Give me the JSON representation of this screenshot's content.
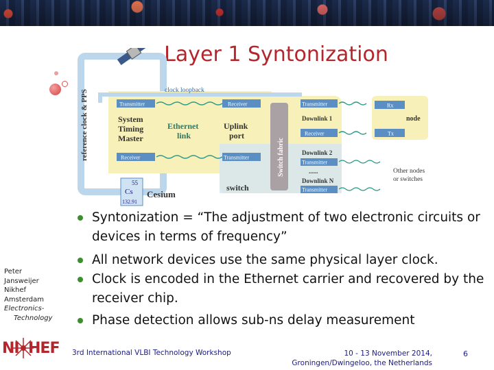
{
  "slide": {
    "title": "Layer 1 Syntonization"
  },
  "diagram": {
    "vertical_label": "reference clock & PPS",
    "clock_loopback": "clock loopback",
    "transmitter": "Transmitter",
    "receiver": "Receiver",
    "system_timing_master": [
      "System",
      "Timing",
      "Master"
    ],
    "ethernet_link": [
      "Ethernet",
      "link"
    ],
    "uplink_port": [
      "Uplink",
      "port"
    ],
    "switch_fabric": "Switch fabric",
    "downlink1": "Downlink 1",
    "downlink2": "Downlink 2",
    "downlinkN": "Downlink N",
    "dots": "......",
    "rx": "Rx",
    "tx": "Tx",
    "node": "node",
    "other_nodes": [
      "Other nodes",
      "or switches"
    ],
    "switch_label": "switch",
    "cesium_number": "55",
    "cesium_symbol": "Cs",
    "cesium_mass": "132.91",
    "cesium_label": "Cesium"
  },
  "bullets": [
    "Syntonization = “The adjustment of two electronic circuits or devices in terms of frequency”",
    "All network devices use the same physical layer clock.",
    "Clock is encoded in the Ethernet carrier and recovered by the receiver chip.",
    "Phase detection allows sub-ns delay measurement"
  ],
  "author": [
    "Peter",
    "Jansweijer",
    "Nikhef",
    "Amsterdam",
    "Electronics-",
    "Technology"
  ],
  "footer": {
    "logo_left": "NI",
    "logo_right": "HEF",
    "workshop": "3rd International VLBI Technology Workshop",
    "date": "10 - 13 November 2014,",
    "place": "Groningen/Dwingeloo, the Netherlands",
    "page": "6"
  },
  "colors": {
    "title": "#b3262c",
    "bullet": "#3d8f2e",
    "footer_text": "#1a1a80",
    "panel_yellow": "#f7f0b8",
    "panel_blue": "#bcd6ec",
    "box_blue": "#5b8fc4"
  },
  "icons": [
    "satellite-icon",
    "cesium-element-icon",
    "nikhef-star-icon"
  ]
}
